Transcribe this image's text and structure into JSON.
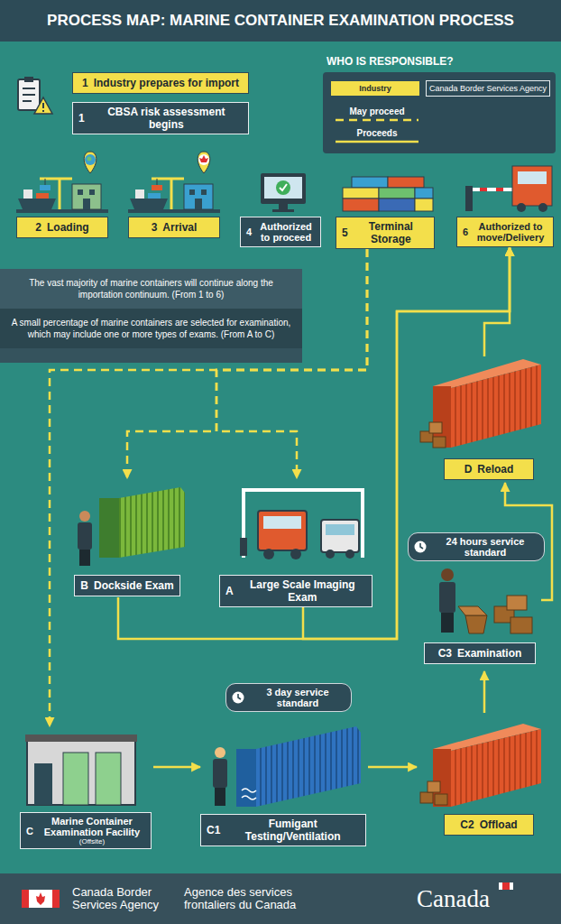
{
  "diagram": {
    "title": "PROCESS MAP: MARINE CONTAINER EXAMINATION PROCESS",
    "nodes": [
      {
        "text": [
          "1",
          "Industry prepares for import"
        ]
      },
      {
        "text": [
          "1",
          "CBSA risk assessment begins"
        ]
      },
      {
        "text": [
          "2",
          "Loading"
        ]
      },
      {
        "text": [
          "3",
          "Arrival"
        ]
      },
      {
        "text": [
          "4",
          "Authorized to proceed"
        ]
      },
      {
        "text": [
          "5",
          "Terminal Storage"
        ]
      },
      {
        "text": [
          "6",
          "Authorized to move/Delivery"
        ]
      },
      {
        "text": [
          "The vast majority of marine containers will continue along the importation continuum. (From 1 to 6)",
          "A small percentage of marine containers are selected for examination, which may include one or more types of exams. (From A to C)"
        ]
      },
      {
        "text": [
          "D",
          "Reload"
        ]
      },
      {
        "text": [
          "B",
          "Dockside Exam"
        ]
      },
      {
        "text": [
          "A",
          "Large Scale Imaging Exam"
        ]
      },
      {
        "text": [
          "24 hours service standard"
        ]
      },
      {
        "text": [
          "C3",
          "Examination"
        ]
      },
      {
        "text": [
          "3 day service standard"
        ]
      },
      {
        "text": [
          "C",
          "Marine Container Examination Facility",
          "(Offsite)"
        ]
      },
      {
        "text": [
          "C1",
          "Fumigant Testing/Ventilation"
        ]
      },
      {
        "text": [
          "C2",
          "Offload"
        ]
      }
    ],
    "edges": [
      {
        "from": 5,
        "to": 9,
        "arrow": "to"
      },
      {
        "from": 5,
        "to": 10,
        "arrow": "to"
      },
      {
        "from": 5,
        "to": 14,
        "arrow": "to"
      },
      {
        "from": 9,
        "to": 6,
        "arrow": "to"
      },
      {
        "from": 10,
        "to": 6,
        "arrow": "to"
      },
      {
        "from": 8,
        "to": 6,
        "arrow": "to"
      },
      {
        "from": 14,
        "to": 15,
        "arrow": "to"
      },
      {
        "from": 15,
        "to": 16,
        "arrow": "to"
      },
      {
        "from": 16,
        "to": 12,
        "arrow": "to"
      },
      {
        "from": 12,
        "to": 8,
        "arrow": "to"
      }
    ],
    "labels": [
      "WHO IS RESPONSIBLE?",
      "Canada Border Services Agency",
      "Agence des services frontaliers du Canada",
      "Canada"
    ],
    "legend": [
      {
        "text": "Industry",
        "color": "#f3df4b"
      },
      {
        "text": "Canada Border Services Agency",
        "color": "#2d4b57"
      },
      {
        "text": "May proceed"
      },
      {
        "text": "Proceeds"
      }
    ]
  }
}
